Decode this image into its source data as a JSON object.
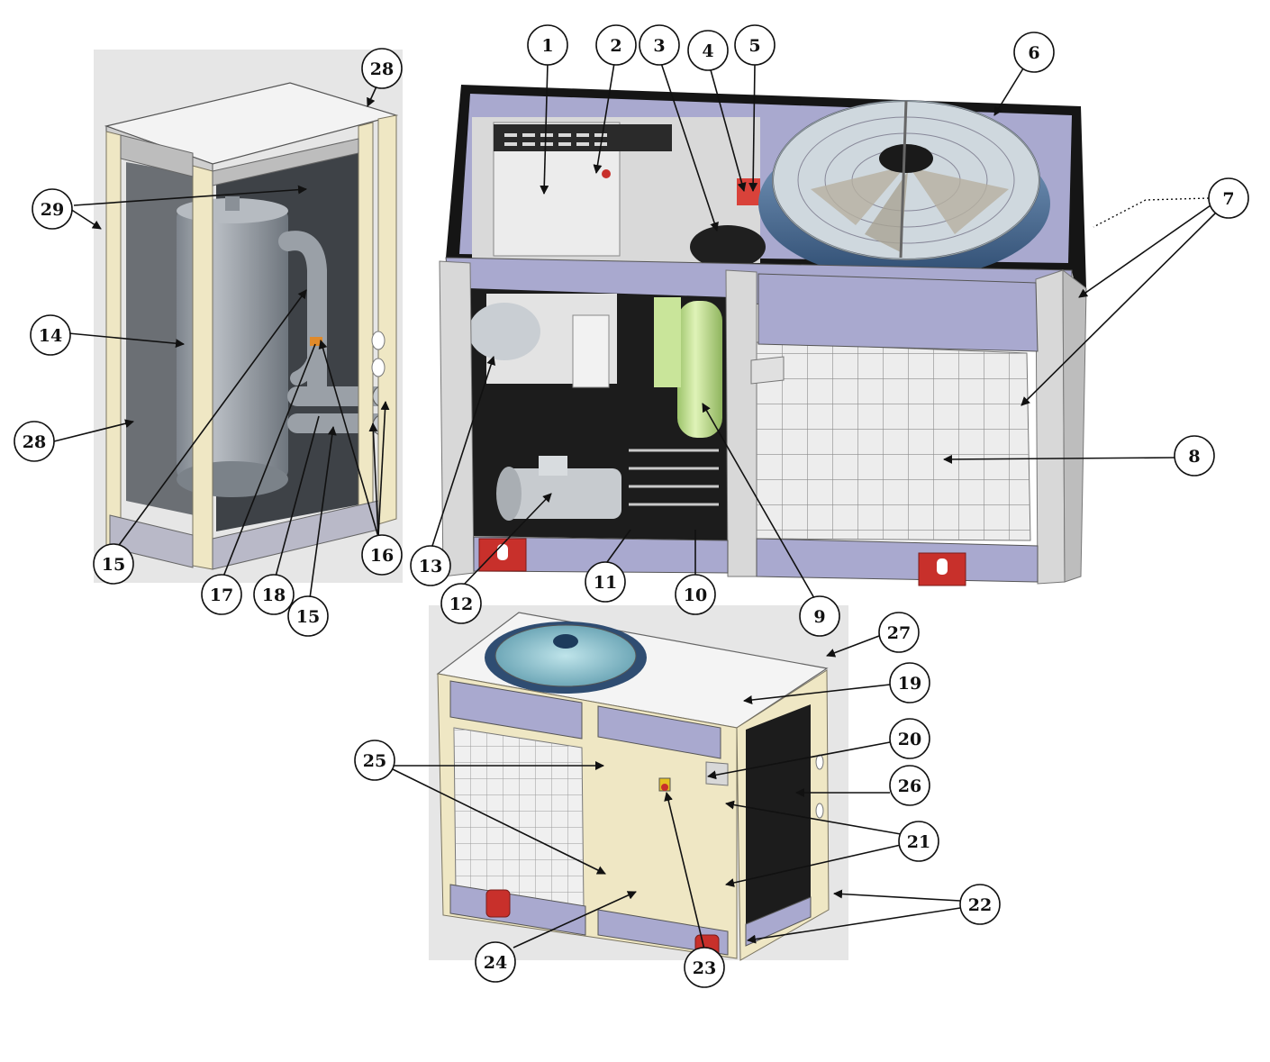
{
  "callouts": {
    "c1": "1",
    "c2": "2",
    "c3": "3",
    "c4": "4",
    "c5": "5",
    "c6": "6",
    "c7": "7",
    "c8": "8",
    "c9": "9",
    "c10": "10",
    "c11": "11",
    "c12": "12",
    "c13": "13",
    "c14": "14",
    "c15a": "15",
    "c15b": "15",
    "c16": "16",
    "c17": "17",
    "c18": "18",
    "c19": "19",
    "c20": "20",
    "c21": "21",
    "c22": "22",
    "c23": "23",
    "c24": "24",
    "c25": "25",
    "c26": "26",
    "c27": "27",
    "c28a": "28",
    "c28b": "28",
    "c29": "29"
  },
  "colors": {
    "frame_cream": "#efe7c4",
    "panel_lavender": "#a9a9cf",
    "interior_dark": "#1c1c1c",
    "panel_light_gray": "#dcdcdc",
    "tank_gray": "#9ea4ab",
    "compressor_green": "#c9e59a",
    "fan_blue": "#5f7fa6",
    "bracket_red": "#c8302b",
    "background_gray": "#e6e6e6"
  }
}
